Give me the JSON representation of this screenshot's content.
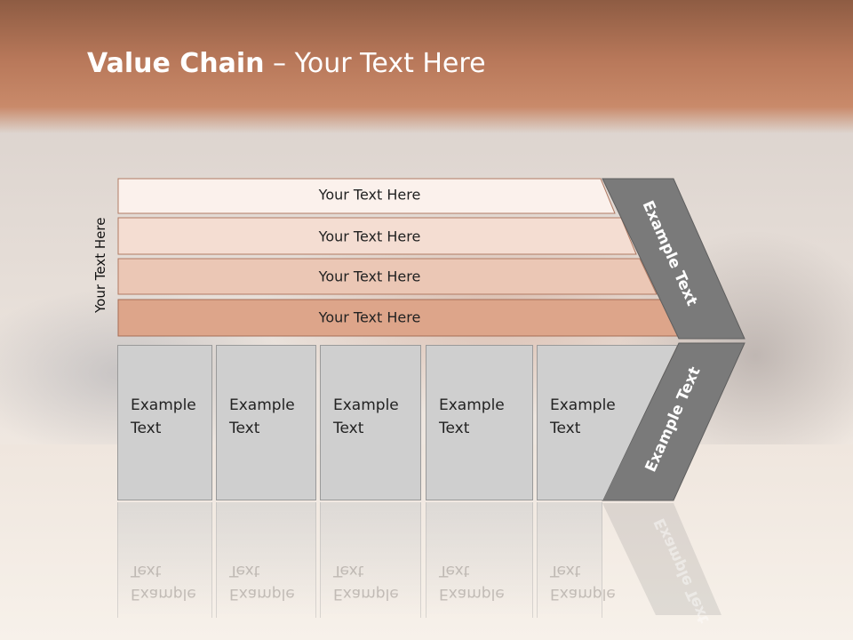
{
  "title": {
    "bold": "Value Chain",
    "rest": " – Your Text Here"
  },
  "side_label": "Your Text Here",
  "rows": [
    {
      "label": "Your Text Here",
      "fill": "#fbf1ec",
      "stroke": "#b07a63"
    },
    {
      "label": "Your Text Here",
      "fill": "#f4ddd2",
      "stroke": "#b07a63"
    },
    {
      "label": "Your Text Here",
      "fill": "#ebc7b5",
      "stroke": "#b07a63"
    },
    {
      "label": "Your Text Here",
      "fill": "#dda58a",
      "stroke": "#a66d55"
    }
  ],
  "boxes": [
    {
      "line1": "Example",
      "line2": "Text"
    },
    {
      "line1": "Example",
      "line2": "Text"
    },
    {
      "line1": "Example",
      "line2": "Text"
    },
    {
      "line1": "Example",
      "line2": "Text"
    },
    {
      "line1": "Example",
      "line2": "Text"
    }
  ],
  "chevron": {
    "upper_label": "Example Text",
    "lower_label": "Example Text",
    "fill": "#7a7a7a"
  },
  "colors": {
    "box_fill": "#cfcfcf",
    "box_stroke": "#9a9a9a",
    "title_color": "#ffffff"
  }
}
